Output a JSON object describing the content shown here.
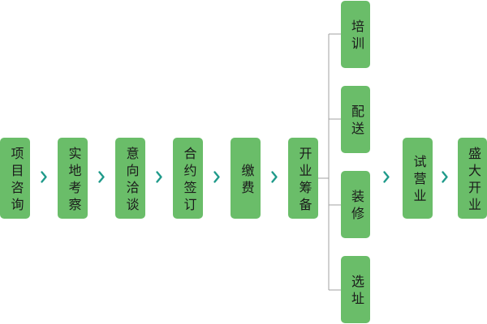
{
  "flow": {
    "steps": [
      "项目咨询",
      "实地考察",
      "意向洽谈",
      "合约签订",
      "缴费",
      "开业筹备",
      "试营业",
      "盛大开业"
    ],
    "sub_steps": [
      "培训",
      "配送",
      "装修",
      "选址"
    ]
  },
  "icons": {
    "step_arrow": "chevron-right-icon"
  },
  "colors": {
    "node_fill": "#6abd69",
    "arrow": "#1f9a8a",
    "connector": "#a0a0a0",
    "label_text": "#1b1b1b"
  }
}
